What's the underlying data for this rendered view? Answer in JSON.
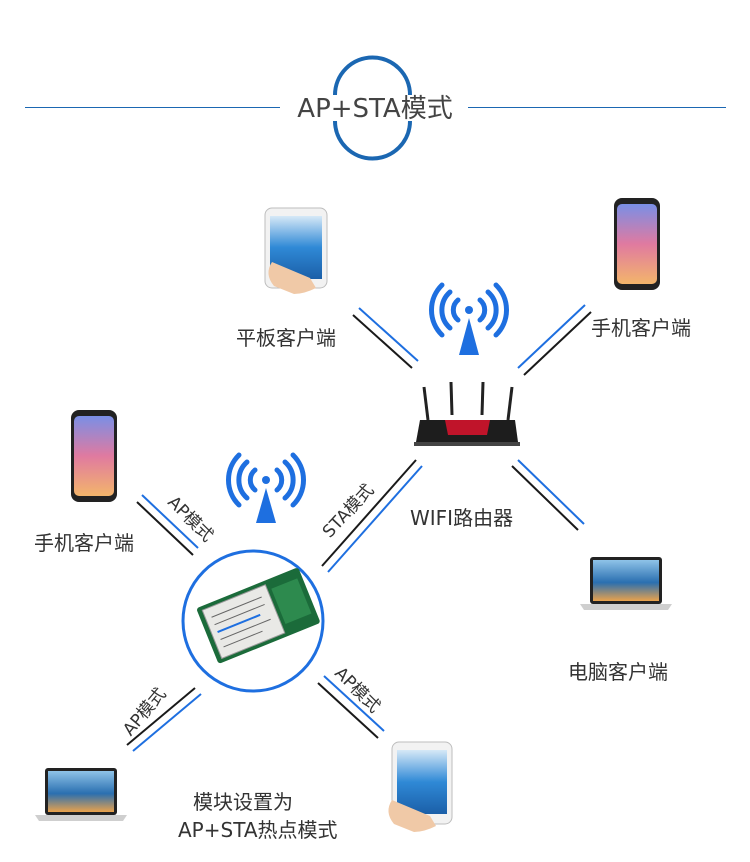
{
  "header": {
    "title": "AP+STA模式"
  },
  "nodes": {
    "tablet_client_top": "平板客户端",
    "phone_client_top": "手机客户端",
    "router": "WIFI路由器",
    "pc_client_right": "电脑客户端",
    "phone_client_left": "手机客户端",
    "module_setting_line1": "模块设置为",
    "module_setting_line2": "AP+STA热点模式"
  },
  "links": {
    "sta_mode": "STA模式",
    "ap_mode_top_left": "AP模式",
    "ap_mode_bottom_left": "AP模式",
    "ap_mode_bottom_right": "AP模式"
  },
  "colors": {
    "accent": "#1e6fe0",
    "line_dark": "#1a1a1a",
    "title_ring": "#1b67b2",
    "router_red": "#c0142a"
  }
}
